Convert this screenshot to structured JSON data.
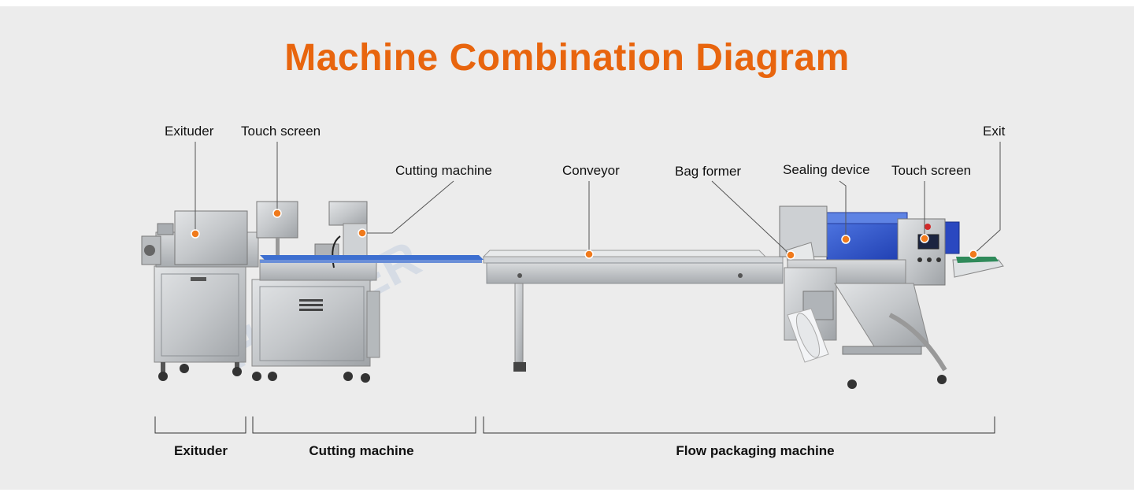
{
  "title": "Machine Combination Diagram",
  "callouts": {
    "exituder": "Exituder",
    "touch_screen_1": "Touch screen",
    "cutting_machine": "Cutting machine",
    "conveyor": "Conveyor",
    "bag_former": "Bag former",
    "sealing_device": "Sealing device",
    "touch_screen_2": "Touch screen",
    "exit": "Exit"
  },
  "sections": {
    "exituder": "Exituder",
    "cutting_machine": "Cutting machine",
    "flow_packaging_machine": "Flow packaging machine"
  },
  "colors": {
    "title": "#e8650e",
    "marker": "#f07a1c",
    "steel": "#c9cccf",
    "belt_blue": "#3d6fd0",
    "sealer_blue": "#2b50c8"
  },
  "watermark": "HOPPER"
}
